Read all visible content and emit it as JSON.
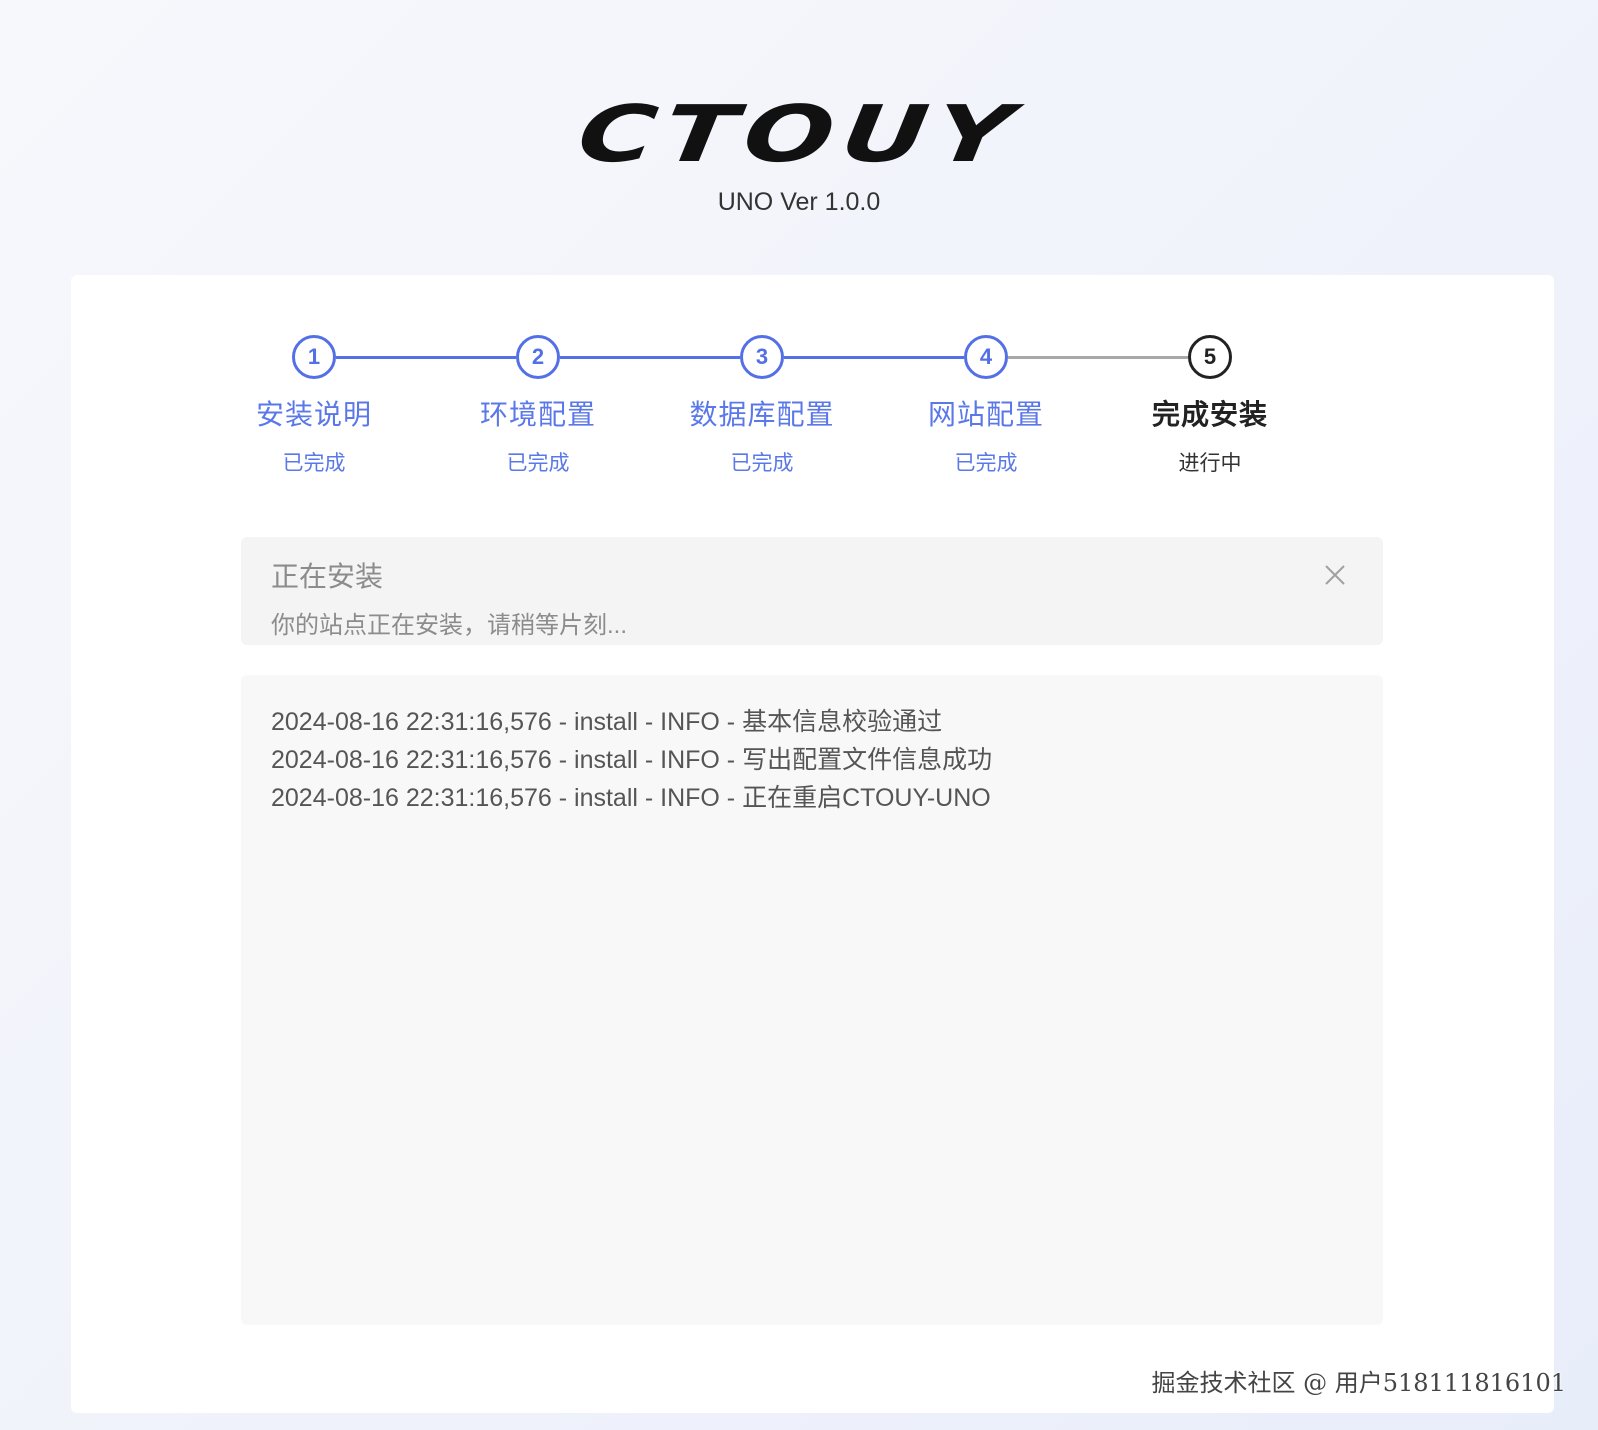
{
  "brand": {
    "logo": "CTOUY",
    "version": "UNO Ver 1.0.0"
  },
  "steps": [
    {
      "number": "1",
      "title": "安装说明",
      "status": "已完成"
    },
    {
      "number": "2",
      "title": "环境配置",
      "status": "已完成"
    },
    {
      "number": "3",
      "title": "数据库配置",
      "status": "已完成"
    },
    {
      "number": "4",
      "title": "网站配置",
      "status": "已完成"
    },
    {
      "number": "5",
      "title": "完成安装",
      "status": "进行中"
    }
  ],
  "alert": {
    "title": "正在安装",
    "description": "你的站点正在安装，请稍等片刻..."
  },
  "log": [
    "2024-08-16 22:31:16,576 - install - INFO - 基本信息校验通过",
    "2024-08-16 22:31:16,576 - install - INFO - 写出配置文件信息成功",
    "2024-08-16 22:31:16,576 - install - INFO - 正在重启CTOUY-UNO"
  ],
  "watermark": "掘金技术社区 @ 用户518111816101",
  "colors": {
    "accent": "#5470e6",
    "active": "#222222",
    "pending": "#a8a8a8"
  }
}
